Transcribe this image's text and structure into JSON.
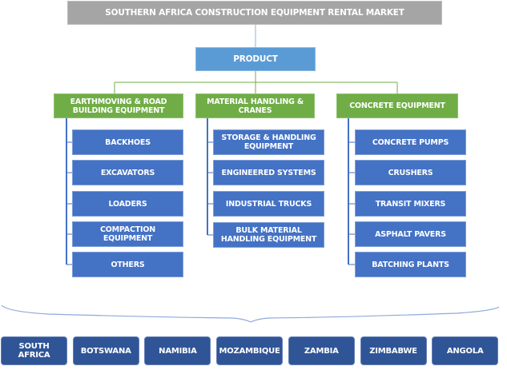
{
  "title": "SOUTHERN AFRICA CONSTRUCTION EQUIPMENT RENTAL MARKET",
  "root": "PRODUCT",
  "colors": {
    "title_bg": "#a5a5a5",
    "root_bg": "#5b9bd5",
    "category_bg": "#70ad47",
    "item_bg": "#4472c4",
    "country_bg": "#2f5597",
    "category_connector": "#70ad47",
    "item_connector": "#4472c4",
    "brace": "#8eaadb"
  },
  "categories": [
    {
      "label": "EARTHMOVING & ROAD BUILDING EQUIPMENT",
      "items": [
        "BACKHOES",
        "EXCAVATORS",
        "LOADERS",
        "COMPACTION EQUIPMENT",
        "OTHERS"
      ]
    },
    {
      "label": "MATERIAL HANDLING & CRANES",
      "items": [
        "STORAGE & HANDLING EQUIPMENT",
        "ENGINEERED SYSTEMS",
        "INDUSTRIAL TRUCKS",
        "BULK MATERIAL HANDLING EQUIPMENT"
      ]
    },
    {
      "label": "CONCRETE EQUIPMENT",
      "items": [
        "CONCRETE PUMPS",
        "CRUSHERS",
        "TRANSIT MIXERS",
        "ASPHALT PAVERS",
        "BATCHING PLANTS"
      ]
    }
  ],
  "countries": [
    "SOUTH AFRICA",
    "BOTSWANA",
    "NAMIBIA",
    "MOZAMBIQUE",
    "ZAMBIA",
    "ZIMBABWE",
    "ANGOLA"
  ]
}
